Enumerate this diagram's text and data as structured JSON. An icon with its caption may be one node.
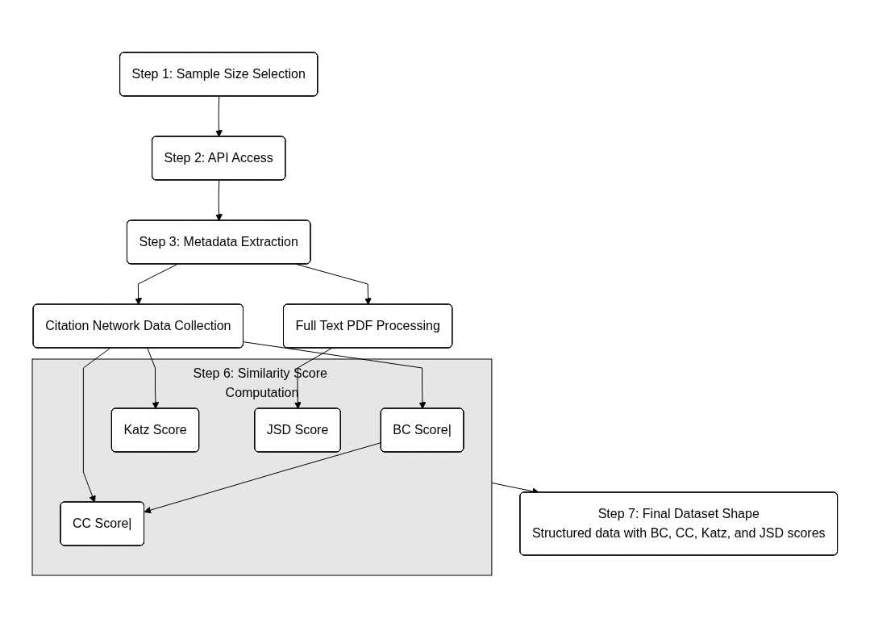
{
  "diagram": {
    "nodes": [
      {
        "text": [
          "Step 1: Sample Size Selection"
        ]
      },
      {
        "text": [
          "Step 2: API Access"
        ]
      },
      {
        "text": [
          "Step 3: Metadata Extraction"
        ]
      },
      {
        "text": [
          "Citation Network Data Collection"
        ]
      },
      {
        "text": [
          "Full Text PDF Processing"
        ]
      },
      {
        "text": [
          "Step 6: Similarity Score Computation"
        ]
      },
      {
        "text": [
          "BC Score|"
        ],
        "in": 5
      },
      {
        "text": [
          "CC Score|"
        ],
        "in": 5
      },
      {
        "text": [
          "Katz Score"
        ],
        "in": 5
      },
      {
        "text": [
          "JSD Score"
        ],
        "in": 5
      },
      {
        "text": [
          "Step 7: Final Dataset Shape",
          "Structured data with BC, CC, Katz, and JSD scores"
        ]
      }
    ],
    "edges": [
      {
        "from": 0,
        "to": 1,
        "arrow": "to"
      },
      {
        "from": 1,
        "to": 2,
        "arrow": "to"
      },
      {
        "from": 2,
        "to": 3,
        "arrow": "to"
      },
      {
        "from": 2,
        "to": 4,
        "arrow": "to"
      },
      {
        "from": 3,
        "to": 6,
        "arrow": "to"
      },
      {
        "from": 3,
        "to": 7,
        "arrow": "to"
      },
      {
        "from": 3,
        "to": 8,
        "arrow": "to"
      },
      {
        "from": 4,
        "to": 9,
        "arrow": "to"
      },
      {
        "from": 6,
        "to": 7,
        "arrow": "to"
      },
      {
        "from": 5,
        "to": 10,
        "arrow": "to"
      }
    ]
  }
}
